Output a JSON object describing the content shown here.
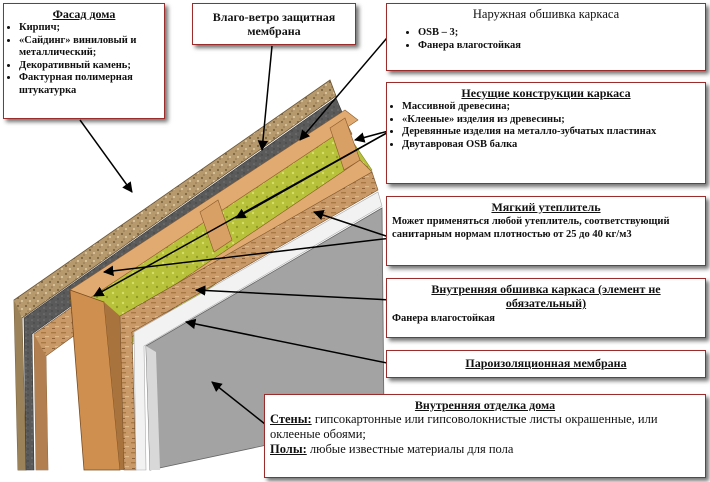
{
  "facade": {
    "title": "Фасад дома",
    "items": [
      "Кирпич;",
      "«Сайдинг» виниловый и металлический;",
      "Декоративный камень;",
      "Фактурная полимерная штукатурка"
    ]
  },
  "membrane": {
    "title": "Влаго-ветро защитная мембрана"
  },
  "outer_sheathing": {
    "title": "Наружная обшивка каркаса",
    "items": [
      "OSB – 3;",
      "Фанера влагостойкая"
    ]
  },
  "load_bearing": {
    "title": "Несущие конструкции каркаса",
    "items": [
      "Массивной древесина;",
      "«Клееные» изделия из древесины;",
      "Деревянные изделия на металло-зубчатых пластинах",
      "Двутавровая OSB балка"
    ]
  },
  "insulation": {
    "title": "Мягкий утеплитель",
    "text": "Может применяться любой утеплитель, соответствующий санитарным нормам плотностью от 25 до 40 кг/м3"
  },
  "inner_sheathing": {
    "title": "Внутренняя обшивка каркаса (элемент не обязательный)",
    "text": "Фанера влагостойкая"
  },
  "vapor_barrier": {
    "title": "Пароизоляционная мембрана"
  },
  "interior": {
    "title": "Внутренняя отделка дома",
    "walls_label": "Стены:",
    "walls_text": "гипсокартонные или гипсоволокнистые листы окрашенные, или оклееные обоями;",
    "floors_label": "Полы:",
    "floors_text": "любые известные материалы для пола"
  },
  "colors": {
    "border": "#9c2b2b",
    "facade_stone": "#b59a70",
    "membrane_dark": "#4a4a4a",
    "osb": "#c99b6a",
    "insulation": "#b8c23a",
    "timber": "#d9a066",
    "plaster_board": "#9a9a9a"
  }
}
